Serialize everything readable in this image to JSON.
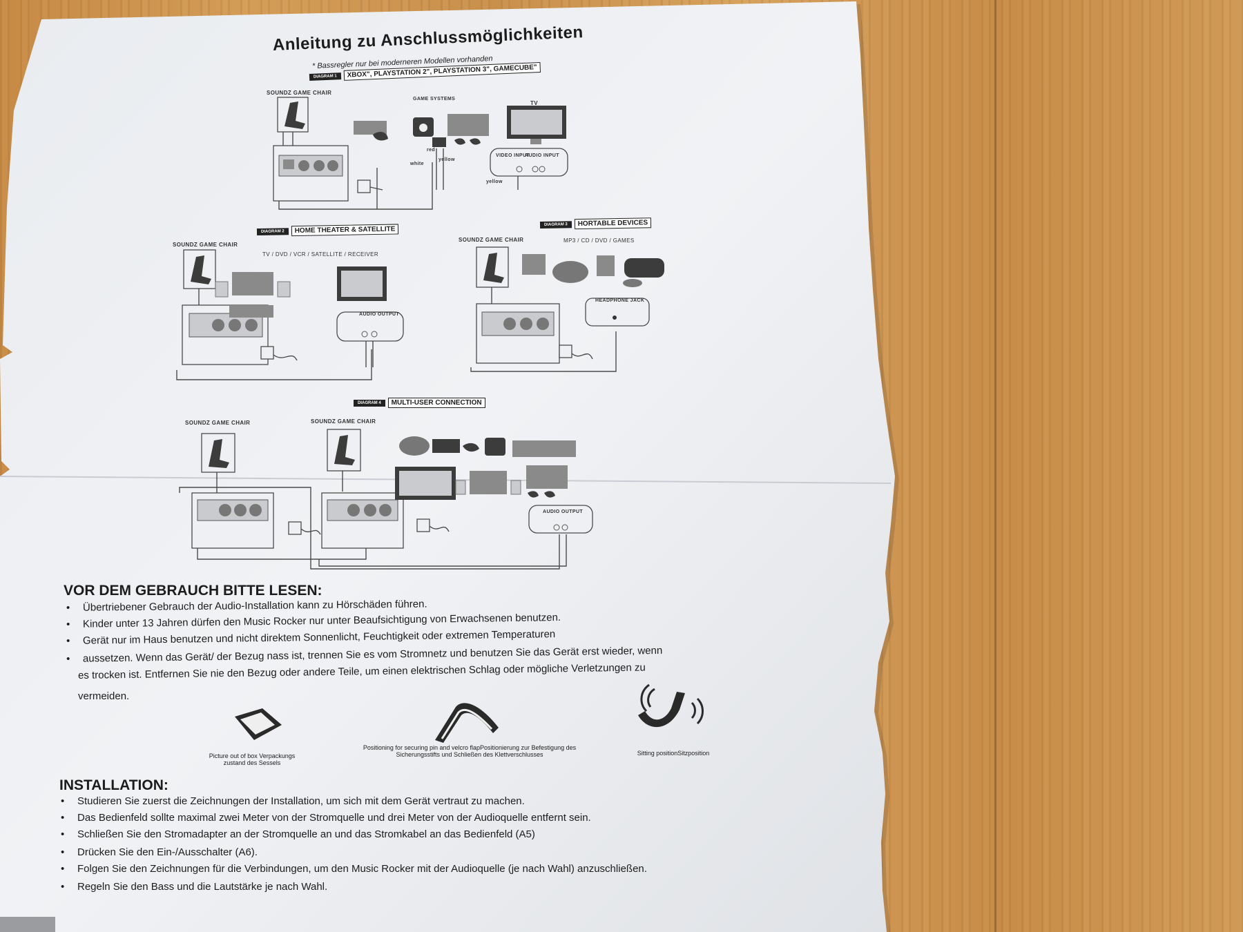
{
  "document": {
    "title": "Anleitung zu Anschlussmöglichkeiten",
    "subtitle": "* Bassregler nur bei moderneren Modellen vorhanden",
    "diagrams": [
      {
        "tag": "DIAGRAM 1",
        "label": "XBOX\", PLAYSTATION 2\", PLAYSTATION 3\", GAMECUBE\"",
        "labels": [
          "SOUNDZ GAME CHAIR",
          "GAME SYSTEMS",
          "TV",
          "VIDEO INPUT",
          "AUDIO INPUT",
          "white",
          "yellow",
          "red",
          "yellow"
        ]
      },
      {
        "tag": "DIAGRAM 2",
        "label": "HOME THEATER & SATELLITE",
        "labels": [
          "SOUNDZ GAME CHAIR",
          "TV / DVD / VCR / SATELLITE / RECEIVER",
          "AUDIO OUTPUT"
        ]
      },
      {
        "tag": "DIAGRAM 3",
        "label": "HORTABLE DEVICES",
        "labels": [
          "SOUNDZ GAME CHAIR",
          "MP3 / CD / DVD / GAMES",
          "HEADPHONE JACK"
        ]
      },
      {
        "tag": "DIAGRAM 4",
        "label": "MULTI-USER CONNECTION",
        "labels": [
          "SOUNDZ GAME CHAIR",
          "SOUNDZ GAME CHAIR",
          "AUDIO OUTPUT"
        ]
      }
    ],
    "warning": {
      "heading": "VOR DEM GEBRAUCH BITTE LESEN:",
      "bullets": [
        "Übertriebener Gebrauch der Audio-Installation kann zu Hörschäden führen.",
        "Kinder unter 13 Jahren dürfen den Music Rocker nur unter Beaufsichtigung von Erwachsenen benutzen.",
        "Gerät nur im Haus benutzen und nicht direktem Sonnenlicht, Feuchtigkeit oder extremen Temperaturen",
        "aussetzen. Wenn das Gerät/ der Bezug nass ist, trennen Sie es vom Stromnetz und benutzen Sie das Gerät erst wieder, wenn"
      ],
      "continuation": [
        "es trocken ist. Entfernen Sie nie den Bezug oder andere Teile, um einen elektrischen Schlag oder mögliche Verletzungen zu",
        "vermeiden."
      ]
    },
    "captions": [
      "Picture out of box Verpackungs zustand des Sessels",
      "Positioning for securing pin and velcro flapPositionierung zur Befestigung des Sicherungsstifts und Schließen des Klettverschlusses",
      "Sitting positionSitzposition"
    ],
    "installation": {
      "heading": "INSTALLATION:",
      "bullets": [
        "Studieren Sie zuerst die Zeichnungen der Installation, um sich mit dem Gerät vertraut zu machen.",
        "Das Bedienfeld sollte maximal zwei Meter von der Stromquelle und drei Meter von der Audioquelle entfernt sein.",
        "Schließen Sie den Stromadapter an der Stromquelle an und das Stromkabel an das Bedienfeld (A5)",
        "Drücken Sie den Ein-/Ausschalter (A6).",
        "Folgen Sie den Zeichnungen für die Verbindungen, um den Music Rocker mit der Audioquelle (je nach Wahl) anzuschließen.",
        "Regeln Sie den Bass und die Lautstärke je nach Wahl."
      ]
    }
  }
}
